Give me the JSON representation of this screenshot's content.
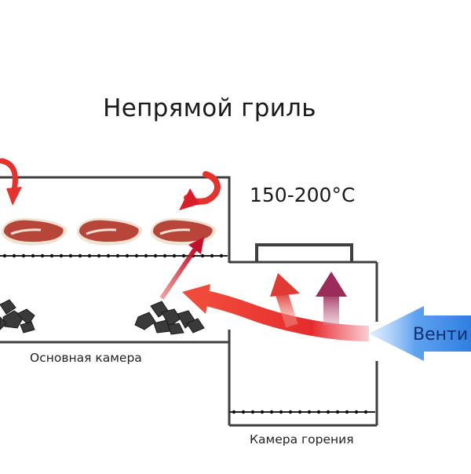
{
  "diagram": {
    "title": "Непрямой гриль",
    "temperature": "150-200°C",
    "labels": {
      "main_chamber": "Основная камера",
      "firebox": "Камера горения",
      "vent": "Венти"
    },
    "colors": {
      "chamber_outline": "#3f3f3f",
      "heat_red": "#e5322c",
      "heat_dark_red": "#b3123a",
      "heat_purple": "#9b2c5a",
      "air_blue": "#2f7fe0",
      "meat": "#b7453a",
      "fat": "#f1e3d3",
      "coal": "#3a3a3a"
    }
  }
}
